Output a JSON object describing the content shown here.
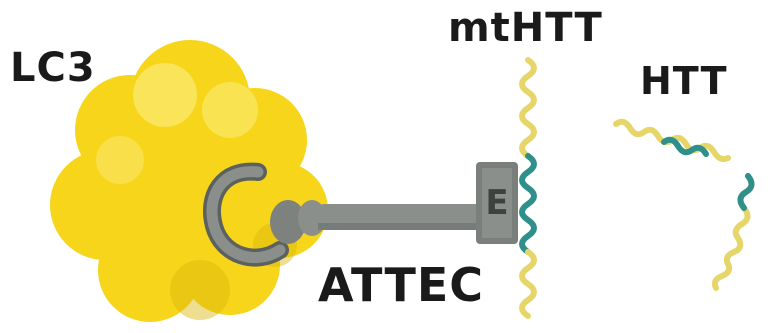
{
  "labels": {
    "lc3": "LC3",
    "mthtt": "mtHTT",
    "htt": "HTT",
    "attec": "ATTEC",
    "key_bit_text": "E"
  },
  "colors": {
    "lc3_fill": "#f6d51a",
    "lc3_highlight": "#fbe86a",
    "lc3_shadow": "#d9b50c",
    "key_metal": "#8a8f8c",
    "key_metal_dark": "#5c615e",
    "helix_teal": "#2f8f8a",
    "helix_yellow": "#e6d66a",
    "text": "#1a1a1a"
  },
  "icons": {
    "lc3_protein": "lc3-protein-blob",
    "attec_key": "key-icon",
    "mthtt_helix": "helix-icon",
    "htt_helix": "broken-helix-icon"
  }
}
